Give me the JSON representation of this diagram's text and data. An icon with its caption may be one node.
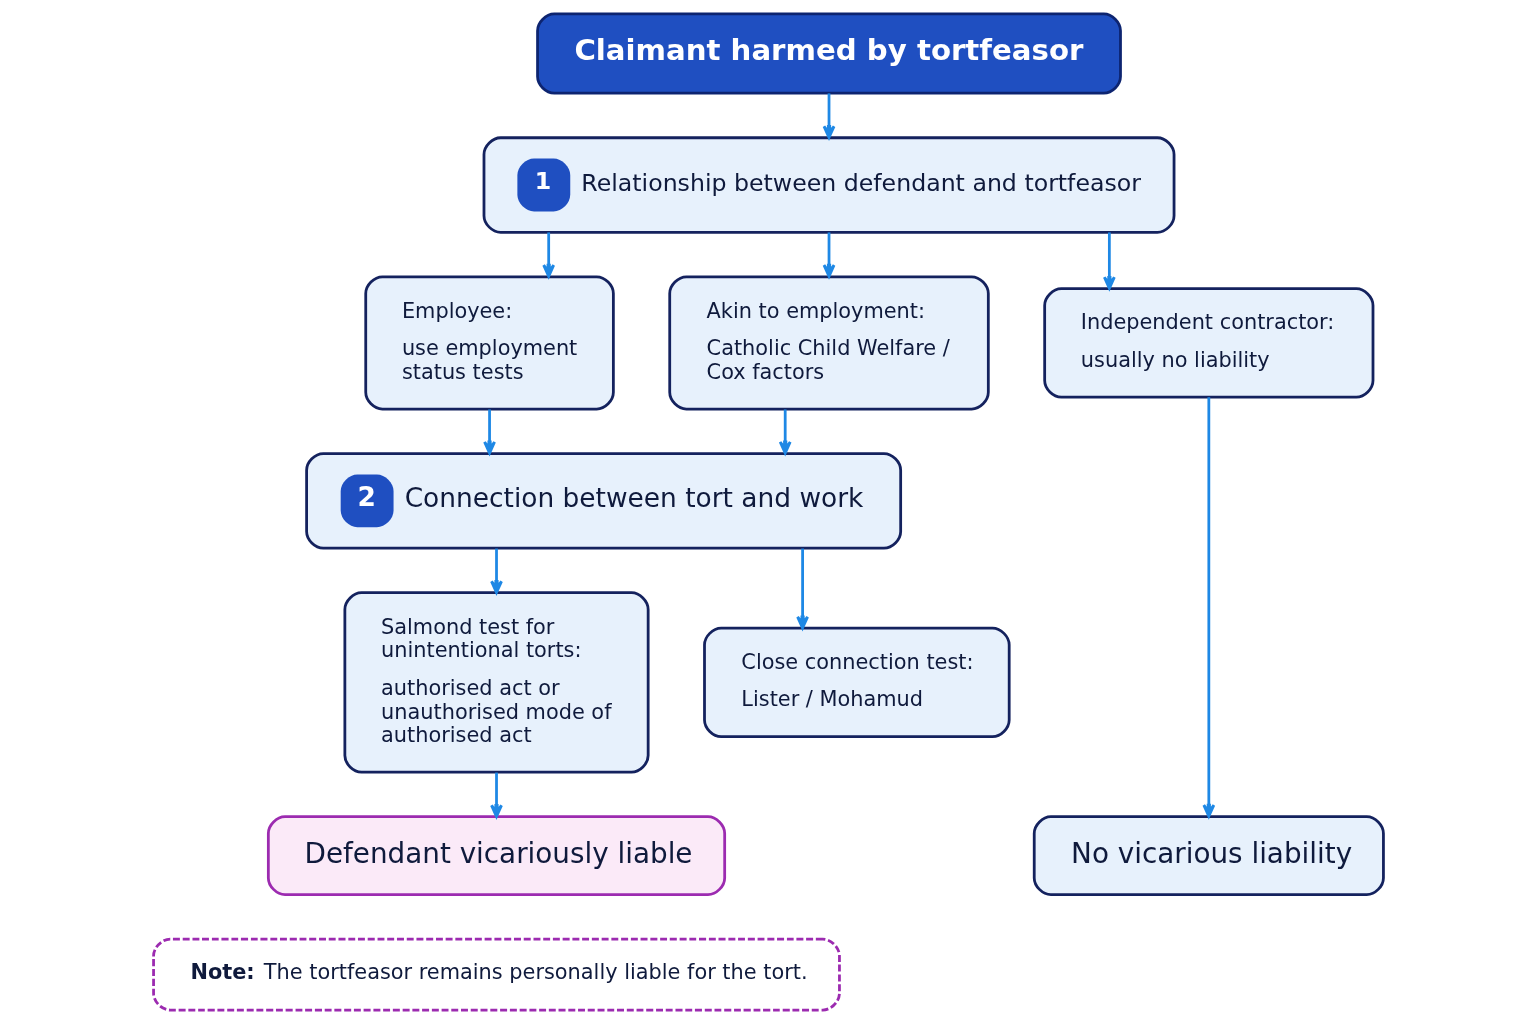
{
  "diagram": {
    "nodes": [
      {
        "text": [
          "Claimant harmed by tortfeasor"
        ]
      },
      {
        "text": [
          "1",
          "Relationship between defendant and tortfeasor"
        ]
      },
      {
        "text": [
          "Employee:",
          "use employment status tests"
        ]
      },
      {
        "text": [
          "Akin to employment:",
          "Catholic Child Welfare / Cox factors"
        ]
      },
      {
        "text": [
          "Independent contractor:",
          "usually no liability"
        ]
      },
      {
        "text": [
          "2",
          "Connection between tort and work"
        ]
      },
      {
        "text": [
          "Salmond test for unintentional torts:",
          "authorised act or unauthorised mode of authorised act"
        ]
      },
      {
        "text": [
          "Close connection test:",
          "Lister / Mohamud"
        ]
      },
      {
        "text": [
          "Defendant vicariously liable"
        ]
      },
      {
        "text": [
          "No vicarious liability"
        ]
      },
      {
        "text": [
          "**Note:** The tortfeasor remains personally liable for the tort."
        ]
      }
    ],
    "edges": [
      {
        "from": 0,
        "to": 1,
        "arrow": "to"
      },
      {
        "from": 1,
        "to": 2,
        "arrow": "to"
      },
      {
        "from": 1,
        "to": 3,
        "arrow": "to"
      },
      {
        "from": 1,
        "to": 4,
        "arrow": "to"
      },
      {
        "from": 2,
        "to": 5,
        "arrow": "to"
      },
      {
        "from": 3,
        "to": 5,
        "arrow": "to"
      },
      {
        "from": 5,
        "to": 6,
        "arrow": "to"
      },
      {
        "from": 5,
        "to": 7,
        "arrow": "to"
      },
      {
        "from": 6,
        "to": 8,
        "arrow": "to"
      },
      {
        "from": 4,
        "to": 9,
        "arrow": "to"
      }
    ]
  }
}
